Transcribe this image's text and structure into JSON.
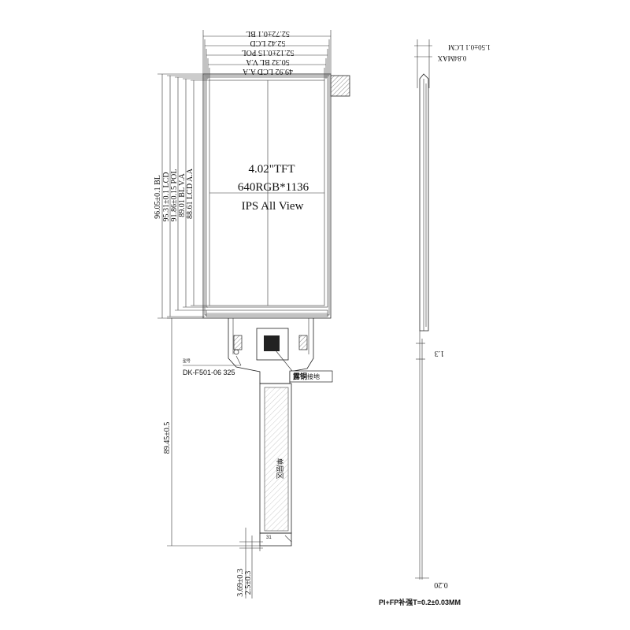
{
  "panel": {
    "line1": "4.02\"TFT",
    "line2": "640RGB*1136",
    "line3": "IPS All View"
  },
  "top_dims": {
    "bl": "52.72±0.1 BL",
    "lcd": "52.42 LCD",
    "pol": "52.12±0.15 POL",
    "bl_va": "50.32 BL V.A",
    "lcd_aa": "49.92 LCD A.A"
  },
  "left_dims": {
    "bl": "96.05±0.1 BL",
    "lcd": "95.31±0.1 LCD",
    "pol": "91.86±0.15 POL",
    "bl_va": "89.01 BL V.A",
    "lcd_aa": "88.61 LCD A.A"
  },
  "fpc": {
    "model_caption": "型号",
    "model": "DK-F501-06 325",
    "length": "89.45±0.5",
    "copper_label": "露铜",
    "copper_suffix": "接地",
    "single_layer": "单层区",
    "pin_mark": "31",
    "pitch_a": "3.69±0.3",
    "pitch_b": "2.5±0.3"
  },
  "side": {
    "lcm": "1.50±0.1 LCM",
    "max": "0.84MAX",
    "fpc_bend": "1.3",
    "fpc_thk": "0.20",
    "note": "PI+FP补强T=0.2±0.03MM"
  },
  "colors": {
    "line": "#222222",
    "copper_block": "#222222",
    "connector_hatch": "#555555"
  }
}
